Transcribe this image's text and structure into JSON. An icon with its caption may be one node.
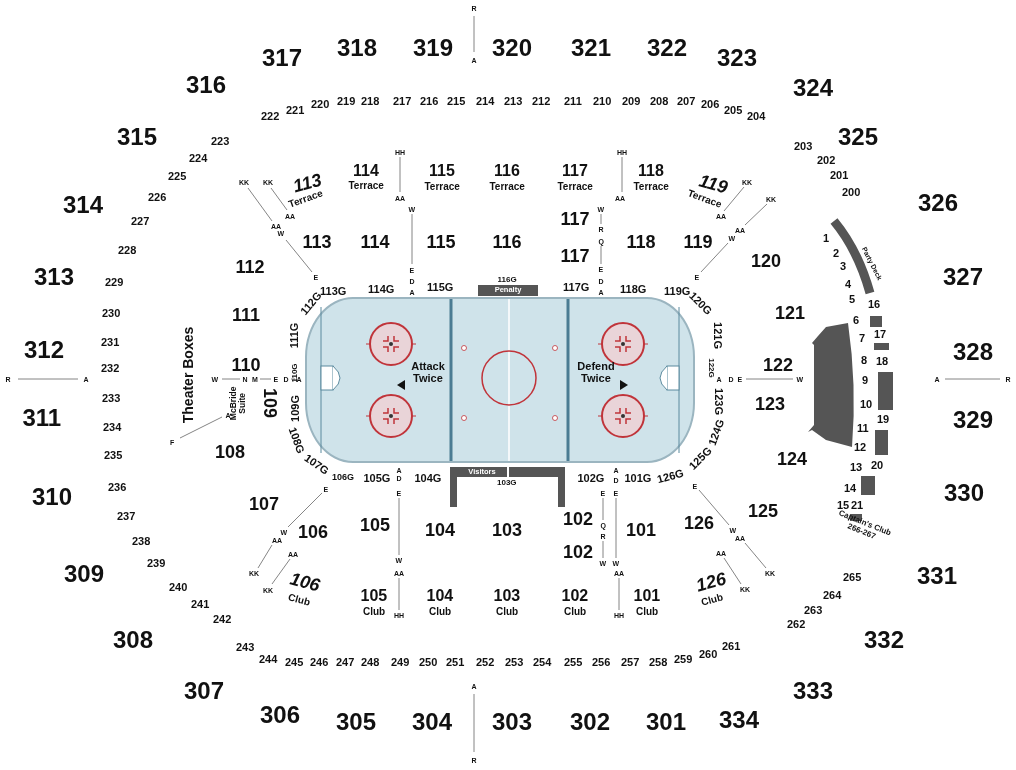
{
  "diagram": {
    "nodes": [
      {
        "text": [
          "Attack Twice",
          "Defend Twice"
        ]
      },
      {
        "text": [
          "Penalty"
        ]
      },
      {
        "text": [
          "Visitors"
        ]
      },
      {
        "text": [],
        "shape": "box"
      }
    ],
    "labels": [
      "317",
      "318",
      "319",
      "320",
      "321",
      "322",
      "323",
      "316",
      "324",
      "315",
      "325",
      "314",
      "326",
      "313",
      "327",
      "312",
      "328",
      "311",
      "329",
      "310",
      "330",
      "309",
      "331",
      "308",
      "332",
      "307",
      "333",
      "306",
      "305",
      "304",
      "303",
      "302",
      "301",
      "334",
      "222",
      "221",
      "220",
      "219",
      "218",
      "217",
      "216",
      "215",
      "214",
      "213",
      "212",
      "211",
      "210",
      "209",
      "208",
      "207",
      "206",
      "205",
      "204",
      "223",
      "224",
      "203",
      "202",
      "201",
      "200",
      "225",
      "226",
      "227",
      "228",
      "229",
      "230",
      "231",
      "232",
      "233",
      "234",
      "235",
      "236",
      "237",
      "238",
      "239",
      "240",
      "241",
      "242",
      "243",
      "244",
      "245",
      "246",
      "247",
      "248",
      "249",
      "250",
      "251",
      "252",
      "253",
      "254",
      "255",
      "256",
      "257",
      "258",
      "259",
      "260",
      "261",
      "262",
      "263",
      "264",
      "265",
      "113",
      "Terrace",
      "114",
      "Terrace",
      "115",
      "Terrace",
      "116",
      "Terrace",
      "117",
      "Terrace",
      "118",
      "Terrace",
      "119",
      "Terrace",
      "112",
      "113",
      "114",
      "115",
      "116",
      "117",
      "117",
      "118",
      "119",
      "120",
      "111",
      "121",
      "110",
      "122",
      "109",
      "123",
      "108",
      "124",
      "107",
      "125",
      "106",
      "105",
      "104",
      "103",
      "102",
      "101",
      "126",
      "102",
      "106",
      "Club",
      "105",
      "Club",
      "104",
      "Club",
      "103",
      "Club",
      "102",
      "Club",
      "101",
      "Club",
      "126",
      "Club",
      "113G",
      "114G",
      "115G",
      "116G",
      "117G",
      "118G",
      "119G",
      "112G",
      "120G",
      "111G",
      "121G",
      "110G",
      "122G",
      "109G",
      "123G",
      "108G",
      "124G",
      "107G",
      "125G",
      "106G",
      "105G",
      "104G",
      "103G",
      "102G",
      "101G",
      "126G",
      "Theater Boxes",
      "McBride Suite",
      "Party Deck",
      "Captain's Club 266-267",
      "1",
      "2",
      "3",
      "4",
      "5",
      "16",
      "6",
      "7",
      "17",
      "8",
      "18",
      "9",
      "10",
      "19",
      "11",
      "12",
      "13",
      "20",
      "14",
      "15",
      "21",
      "R",
      "A",
      "R",
      "A",
      "A",
      "R",
      "A",
      "R",
      "W",
      "N",
      "M",
      "E",
      "D",
      "A",
      "A",
      "F",
      "KK",
      "KK",
      "AA",
      "AA",
      "W",
      "E",
      "HH",
      "AA",
      "W",
      "E",
      "D",
      "A",
      "HH",
      "AA",
      "W",
      "R",
      "Q",
      "E",
      "D",
      "A",
      "KK",
      "AA",
      "KK",
      "AA",
      "W",
      "E",
      "A",
      "D",
      "E",
      "W",
      "E",
      "W",
      "AA",
      "KK",
      "AA",
      "KK",
      "A",
      "D",
      "E",
      "W",
      "AA",
      "HH",
      "E",
      "Q",
      "R",
      "W",
      "A",
      "D",
      "E",
      "W",
      "AA",
      "HH",
      "E",
      "W",
      "AA",
      "KK",
      "AA",
      "KK"
    ]
  }
}
